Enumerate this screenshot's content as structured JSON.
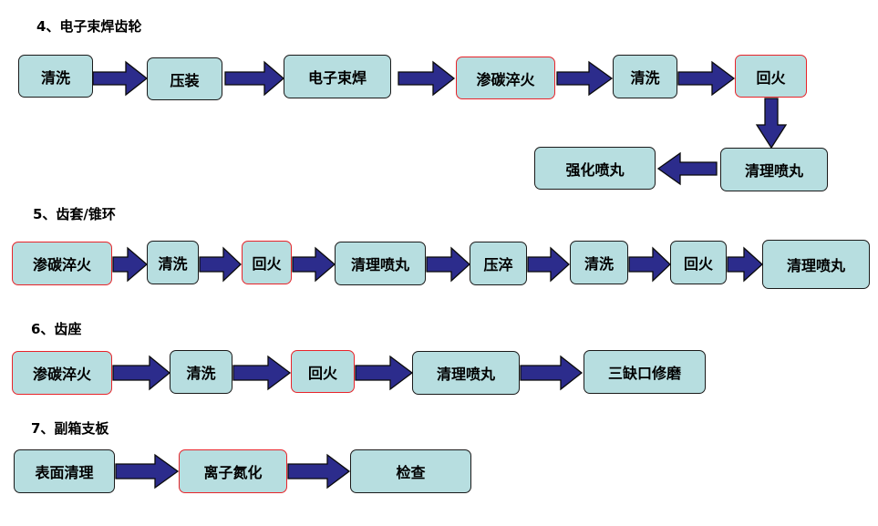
{
  "sections": [
    {
      "title": "4、电子束焊齿轮",
      "steps": [
        "清洗",
        "压装",
        "电子束焊",
        "渗碳淬火",
        "清洗",
        "回火",
        "清理喷丸",
        "强化喷丸"
      ],
      "highlighted_steps": [
        "渗碳淬火",
        "回火"
      ]
    },
    {
      "title": "5、齿套/锥环",
      "steps": [
        "渗碳淬火",
        "清洗",
        "回火",
        "清理喷丸",
        "压淬",
        "清洗",
        "回火",
        "清理喷丸"
      ],
      "highlighted_steps": [
        "渗碳淬火",
        "回火"
      ]
    },
    {
      "title": "6、齿座",
      "steps": [
        "渗碳淬火",
        "清洗",
        "回火",
        "清理喷丸",
        "三缺口修磨"
      ],
      "highlighted_steps": [
        "渗碳淬火",
        "回火"
      ]
    },
    {
      "title": "7、副箱支板",
      "steps": [
        "表面清理",
        "离子氮化",
        "检查"
      ],
      "highlighted_steps": [
        "离子氮化"
      ]
    }
  ],
  "colors": {
    "box_fill": "#b7dee0",
    "box_border": "#1a1a1a",
    "highlight_border": "#e8242a",
    "arrow_fill": "#2c2c8c"
  }
}
